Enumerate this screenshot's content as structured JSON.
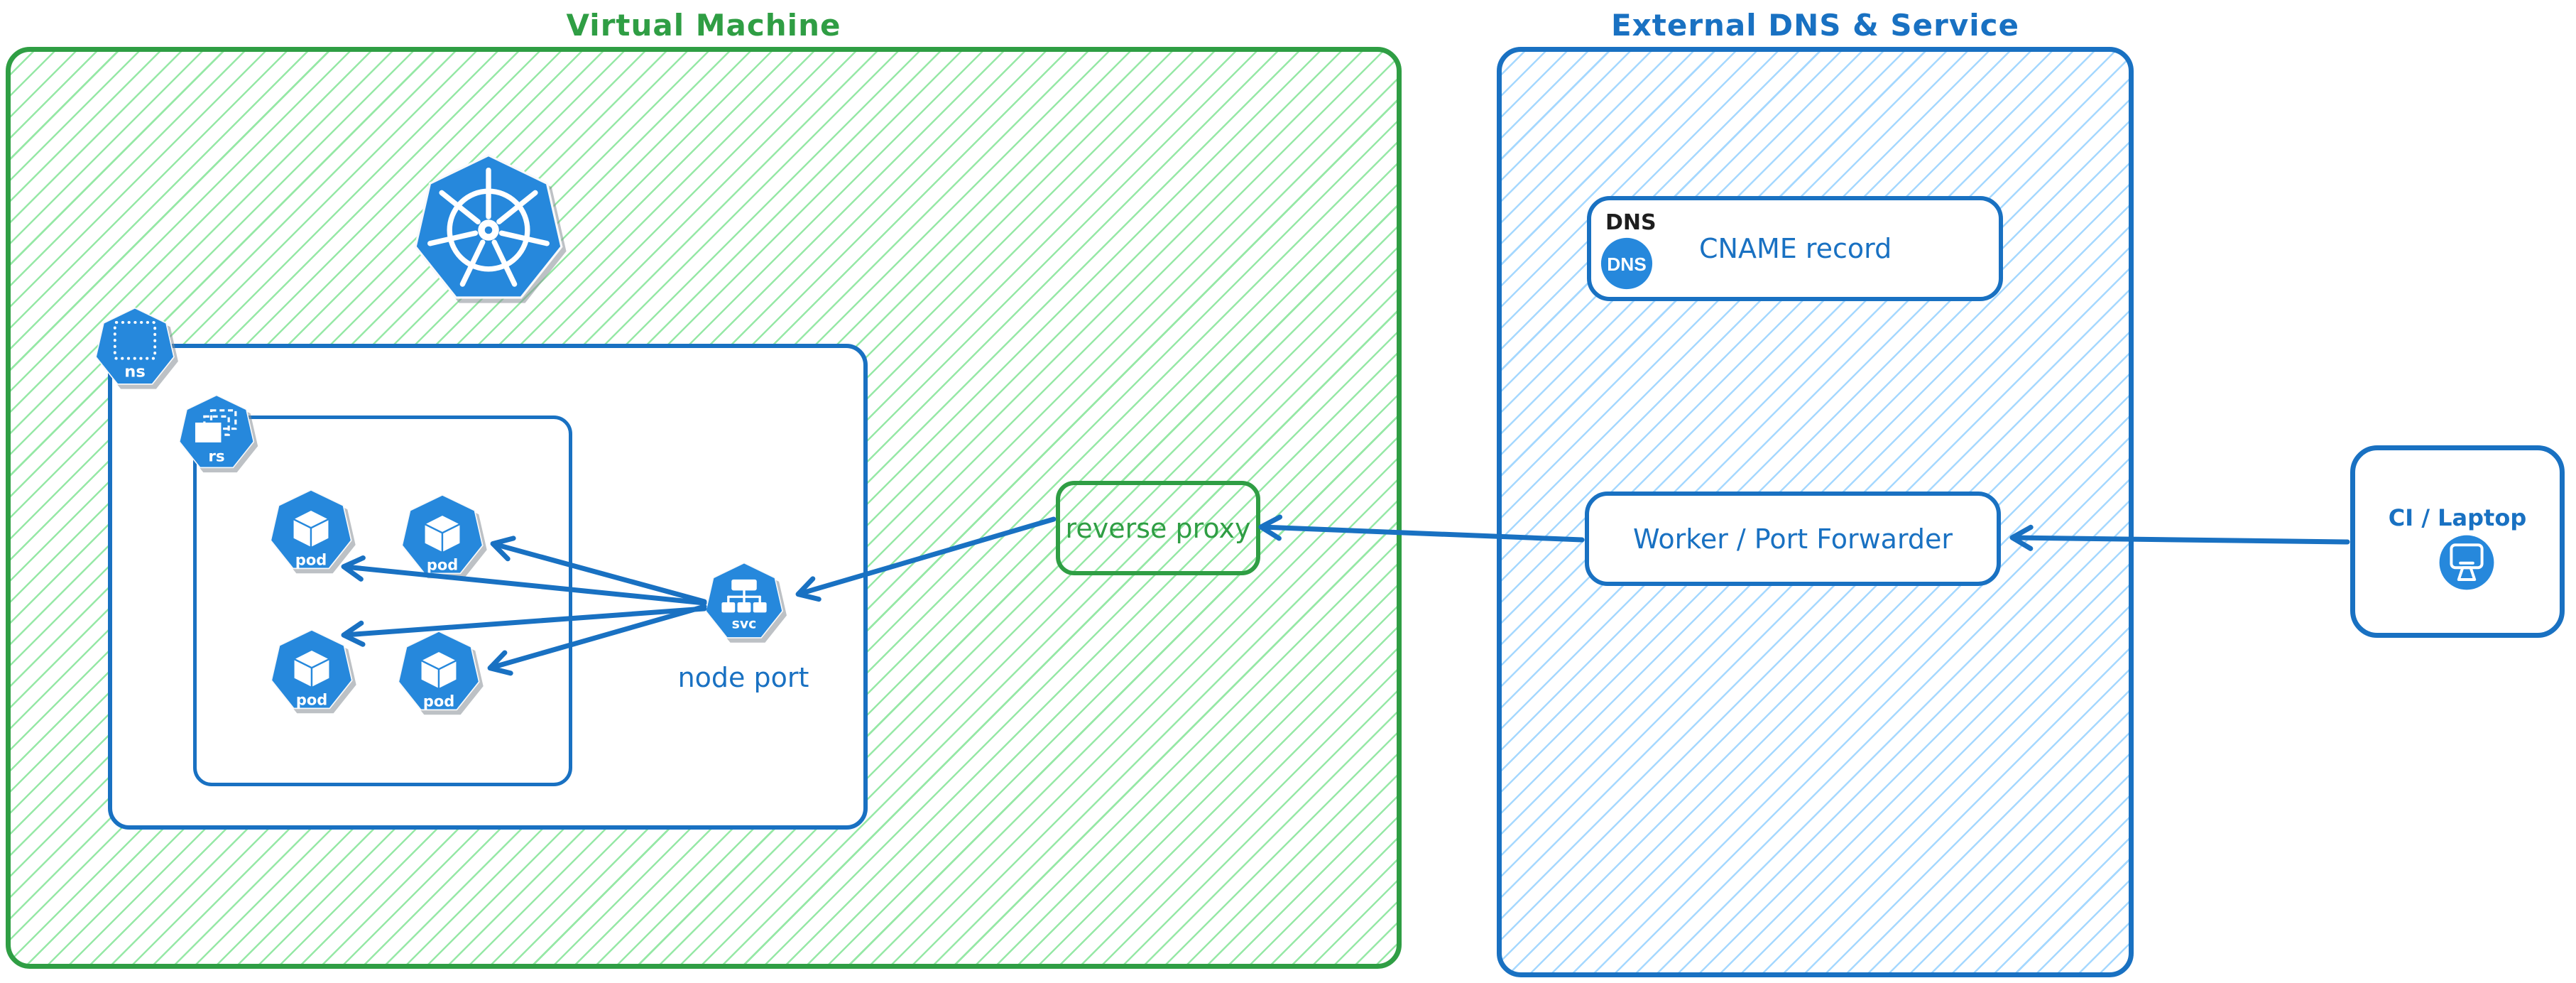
{
  "diagram": {
    "virtual_machine": {
      "title": "Virtual Machine",
      "namespace_icon_label": "ns",
      "replicaset_icon_label": "rs",
      "pods": [
        {
          "label": "pod"
        },
        {
          "label": "pod"
        },
        {
          "label": "pod"
        },
        {
          "label": "pod"
        }
      ],
      "service_icon_label": "svc",
      "service_caption": "node port"
    },
    "reverse_proxy": {
      "label": "reverse proxy"
    },
    "external_dns_service": {
      "title": "External DNS & Service",
      "dns_record": {
        "tag": "DNS",
        "icon_text": "DNS",
        "label": "CNAME record"
      },
      "worker": {
        "label": "Worker / Port Forwarder"
      }
    },
    "client": {
      "label": "CI / Laptop"
    },
    "colors": {
      "green_accent": "#2f9e44",
      "green_hatch": "#96e8a6",
      "blue_accent": "#1971c2",
      "blue_hatch": "#a5d8ff",
      "icon_blue": "#2688dc"
    },
    "edges": [
      {
        "from": "ci-laptop",
        "to": "worker-port-forwarder"
      },
      {
        "from": "worker-port-forwarder",
        "to": "reverse-proxy"
      },
      {
        "from": "reverse-proxy",
        "to": "node-port-service"
      },
      {
        "from": "node-port-service",
        "to": "pod-1"
      },
      {
        "from": "node-port-service",
        "to": "pod-2"
      },
      {
        "from": "node-port-service",
        "to": "pod-3"
      },
      {
        "from": "node-port-service",
        "to": "pod-4"
      }
    ]
  }
}
